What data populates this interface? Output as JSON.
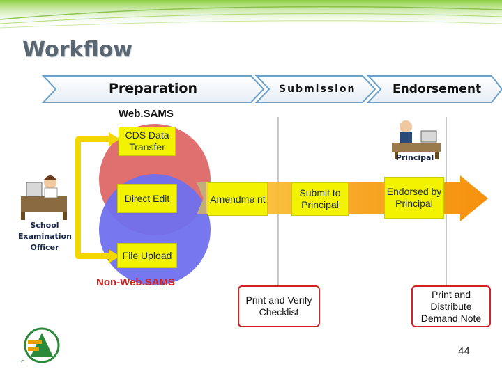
{
  "title": "Workflow",
  "phases": [
    "Preparation",
    "Submission",
    "Endorsement"
  ],
  "websams": {
    "top_label": "Web.SAMS",
    "bottom_label": "Non-Web.SAMS",
    "cds": "CDS Data Transfer",
    "direct_edit": "Direct Edit",
    "file_upload": "File Upload"
  },
  "steps": {
    "amendment": "Amendme nt",
    "submit": "Submit to Principal",
    "endorsed": "Endorsed by Principal"
  },
  "checks": {
    "print_verify": "Print and Verify Checklist",
    "print_distribute": "Print and Distribute Demand Note"
  },
  "roles": {
    "officer": "School Examination Officer",
    "principal": "Principal"
  },
  "page_number": "44",
  "colors": {
    "yellow": "#f3f300",
    "red_circle": "#e07070",
    "blue_circle": "#7070ee",
    "arrow_orange": "#f58b00",
    "frame_red": "#d42020"
  },
  "icons": [
    "officer-at-desk-icon",
    "principal-at-desk-icon",
    "logo-icon"
  ]
}
